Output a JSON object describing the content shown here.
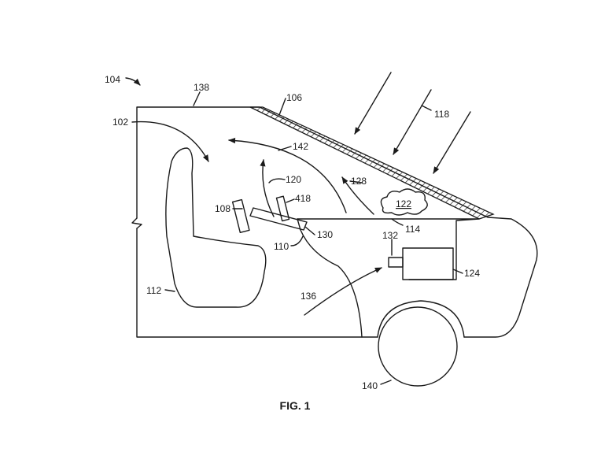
{
  "figure": {
    "caption": "FIG. 1",
    "labels": {
      "l104": "104",
      "l138": "138",
      "l106": "106",
      "l118": "118",
      "l102": "102",
      "l142": "142",
      "l120": "120",
      "l128": "128",
      "l418": "418",
      "l108": "108",
      "l122": "122",
      "l114": "114",
      "l130": "130",
      "l132": "132",
      "l110": "110",
      "l124": "124",
      "l112": "112",
      "l136": "136",
      "l140": "140"
    }
  }
}
